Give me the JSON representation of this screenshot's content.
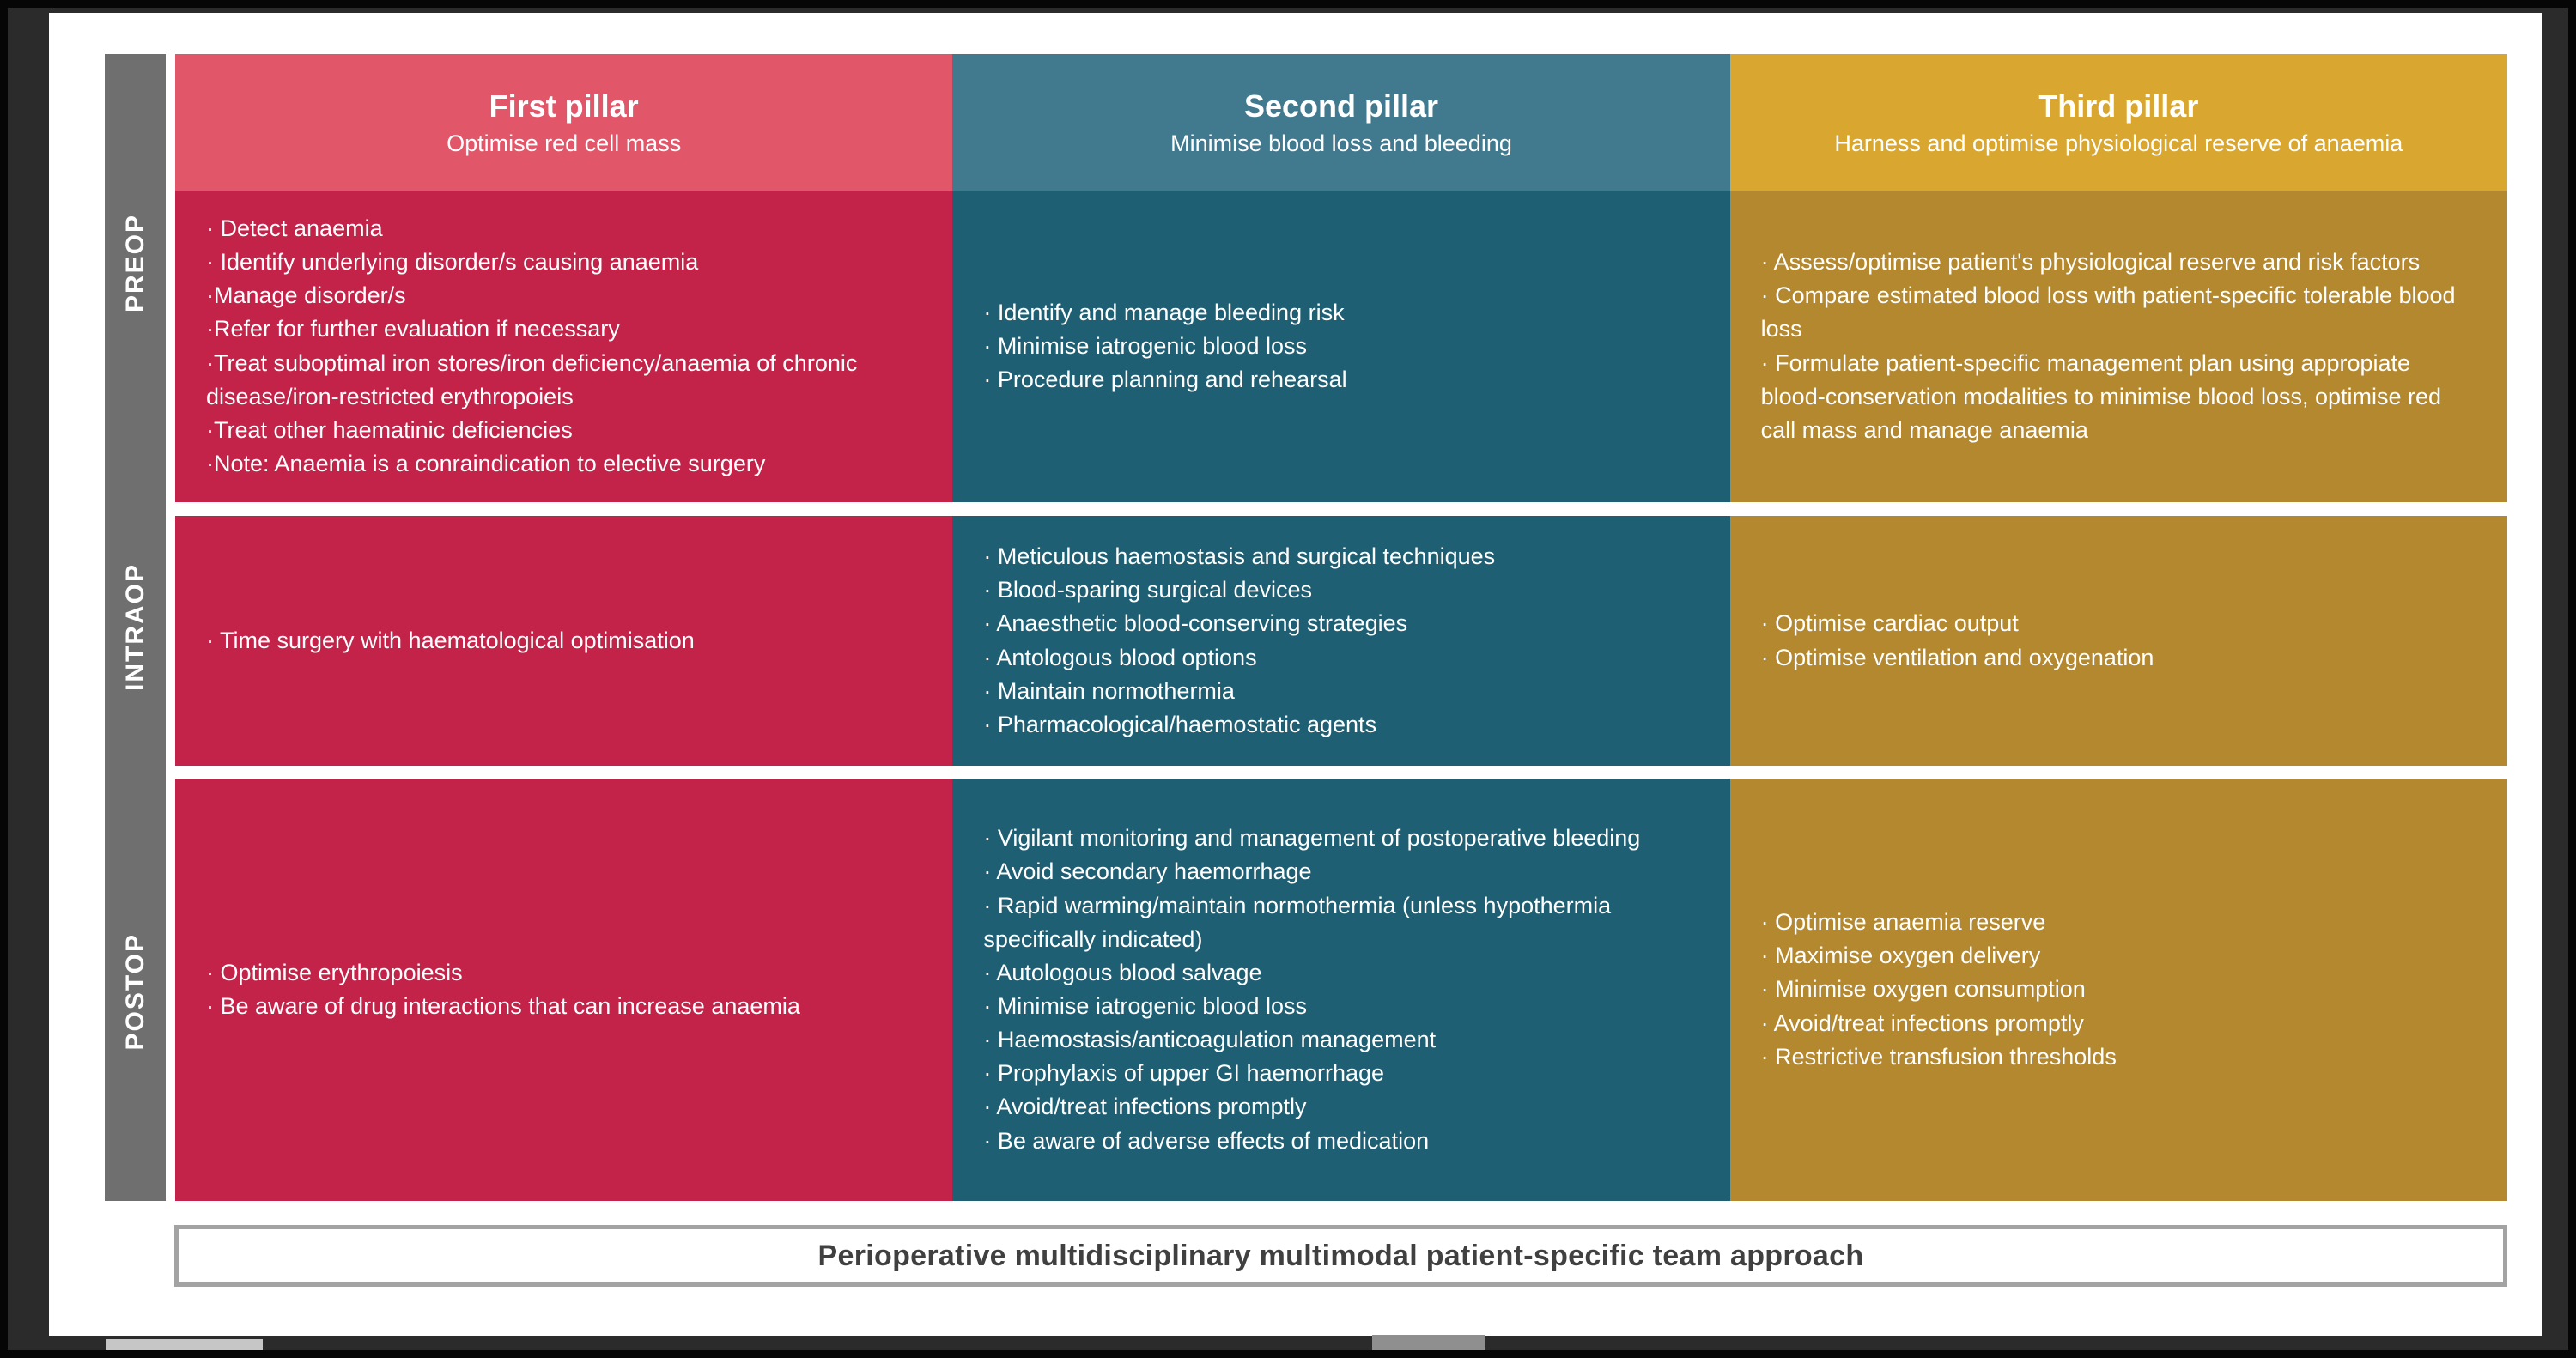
{
  "rows": [
    {
      "label": "PREOP"
    },
    {
      "label": "INTRAOP"
    },
    {
      "label": "POSTOP"
    }
  ],
  "pillars": [
    {
      "title": "First pillar",
      "subtitle": "Optimise red cell mass",
      "colors": {
        "header": "#e15669",
        "body": "#c32249"
      },
      "cells": {
        "preop": "· Detect anaemia\n· Identify underlying disorder/s causing anaemia\n·Manage disorder/s\n·Refer for further evaluation if necessary\n·Treat suboptimal iron stores/iron deficiency/anaemia of chronic disease/iron-restricted erythropoieis\n·Treat other haematinic deficiencies\n·Note: Anaemia is a conraindication to elective surgery",
        "intraop": "· Time surgery with haematological optimisation",
        "postop": "· Optimise erythropoiesis\n· Be aware of drug interactions that can increase anaemia"
      }
    },
    {
      "title": "Second pillar",
      "subtitle": "Minimise blood loss and bleeding",
      "colors": {
        "header": "#41798e",
        "body": "#1f5f73"
      },
      "cells": {
        "preop": "· Identify and manage bleeding risk\n· Minimise iatrogenic blood loss\n· Procedure planning and rehearsal",
        "intraop": "· Meticulous haemostasis and surgical techniques\n· Blood-sparing surgical devices\n· Anaesthetic blood-conserving strategies\n· Antologous blood options\n· Maintain normothermia\n· Pharmacological/haemostatic agents",
        "postop": "· Vigilant monitoring and management of postoperative bleeding\n· Avoid secondary haemorrhage\n· Rapid warming/maintain normothermia (unless hypothermia specifically indicated)\n· Autologous blood salvage\n· Minimise iatrogenic blood loss\n· Haemostasis/anticoagulation management\n· Prophylaxis of upper GI haemorrhage\n· Avoid/treat infections promptly\n· Be aware of adverse effects of medication"
      }
    },
    {
      "title": "Third pillar",
      "subtitle": "Harness and optimise physiological reserve of anaemia",
      "colors": {
        "header": "#d9a72f",
        "body": "#b3882e"
      },
      "cells": {
        "preop": "· Assess/optimise patient's physiological reserve and risk factors\n· Compare estimated blood loss with patient-specific tolerable blood loss\n· Formulate patient-specific management plan using appropiate blood-conservation modalities to minimise blood loss, optimise red call mass and manage anaemia",
        "intraop": "· Optimise cardiac output\n· Optimise ventilation and oxygenation",
        "postop": "· Optimise anaemia reserve\n· Maximise oxygen delivery\n· Minimise oxygen consumption\n· Avoid/treat infections promptly\n· Restrictive transfusion thresholds"
      }
    }
  ],
  "banner": {
    "text": "Perioperative multidisciplinary multimodal patient-specific team approach"
  },
  "theme": {
    "frame_bg": "#2b2b2b",
    "page_bg": "#ffffff",
    "label_column_bg": "#6f6f6f",
    "banner_border": "#a3a3a3",
    "banner_text": "#404040"
  }
}
